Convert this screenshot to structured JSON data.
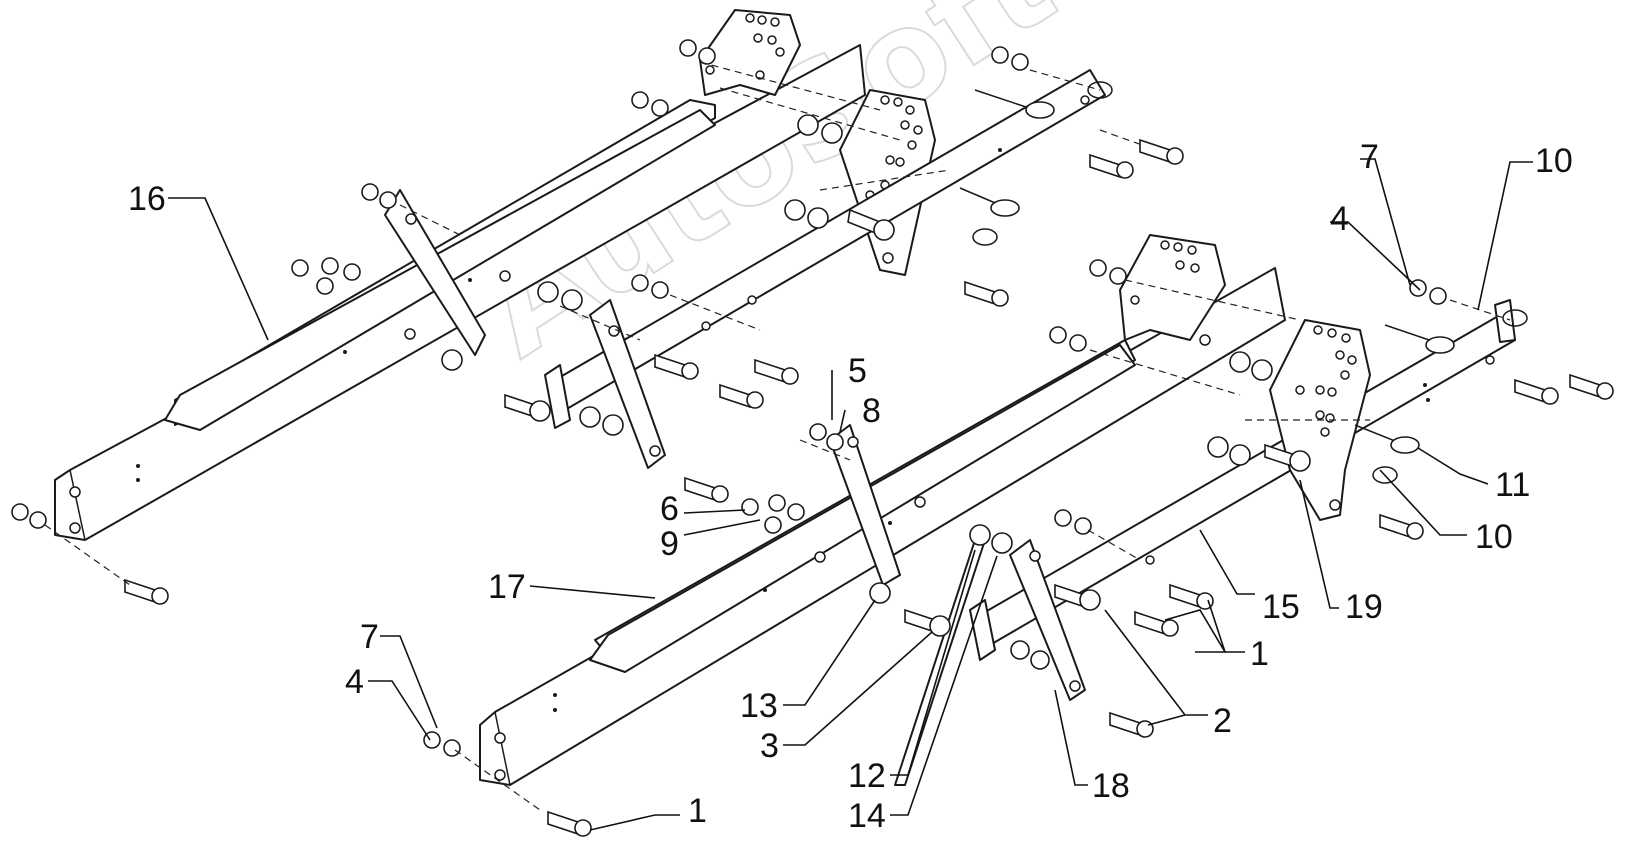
{
  "watermark": "AutoSoft",
  "callouts": [
    {
      "id": "c16",
      "label": "16"
    },
    {
      "id": "c17",
      "label": "17"
    },
    {
      "id": "c7a",
      "label": "7"
    },
    {
      "id": "c4a",
      "label": "4"
    },
    {
      "id": "c10a",
      "label": "10"
    },
    {
      "id": "c5",
      "label": "5"
    },
    {
      "id": "c8",
      "label": "8"
    },
    {
      "id": "c6",
      "label": "6"
    },
    {
      "id": "c9",
      "label": "9"
    },
    {
      "id": "c11",
      "label": "11"
    },
    {
      "id": "c10b",
      "label": "10"
    },
    {
      "id": "c15",
      "label": "15"
    },
    {
      "id": "c19",
      "label": "19"
    },
    {
      "id": "c1a",
      "label": "1"
    },
    {
      "id": "c2",
      "label": "2"
    },
    {
      "id": "c13",
      "label": "13"
    },
    {
      "id": "c3",
      "label": "3"
    },
    {
      "id": "c12",
      "label": "12"
    },
    {
      "id": "c14",
      "label": "14"
    },
    {
      "id": "c18",
      "label": "18"
    },
    {
      "id": "c7b",
      "label": "7"
    },
    {
      "id": "c4b",
      "label": "4"
    },
    {
      "id": "c1b",
      "label": "1"
    }
  ]
}
